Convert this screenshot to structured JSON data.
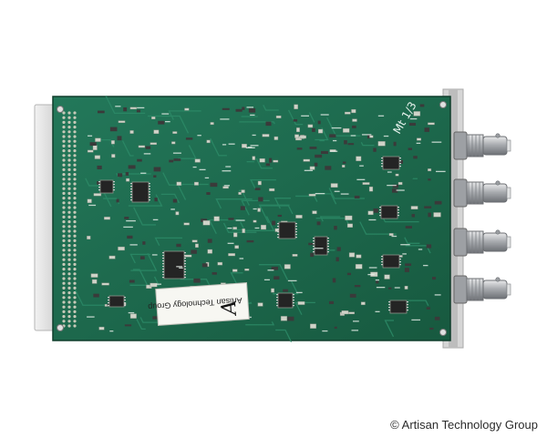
{
  "image": {
    "subject": "pcb-board-with-bnc-connectors",
    "colors": {
      "background": "#ffffff",
      "pcb": "#1f6b4c",
      "pcb_dark": "#15543a",
      "edge_rail": "#dcdcdc",
      "bracket": "#c9c9c9",
      "bnc_metal": "#b9bcc0",
      "chip": "#2a2a2a"
    }
  },
  "sticker": {
    "text": "Artisan Technology Group",
    "logo_letter": "A"
  },
  "watermark": {
    "text": "© Artisan Technology Group"
  }
}
